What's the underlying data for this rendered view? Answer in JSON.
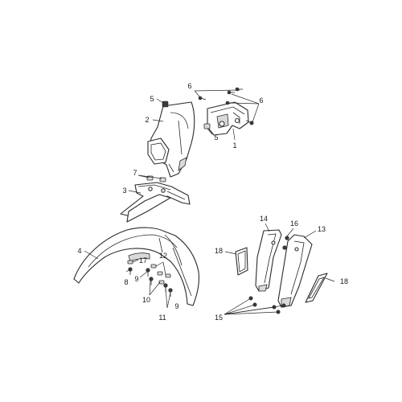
{
  "diagram": {
    "callouts": [
      {
        "id": "c1",
        "text": "1"
      },
      {
        "id": "c2",
        "text": "2"
      },
      {
        "id": "c3",
        "text": "3"
      },
      {
        "id": "c4",
        "text": "4"
      },
      {
        "id": "c5a",
        "text": "5"
      },
      {
        "id": "c5b",
        "text": "5"
      },
      {
        "id": "c6a",
        "text": "6"
      },
      {
        "id": "c6b",
        "text": "6"
      },
      {
        "id": "c7",
        "text": "7"
      },
      {
        "id": "c8",
        "text": "8"
      },
      {
        "id": "c9a",
        "text": "9"
      },
      {
        "id": "c9b",
        "text": "9"
      },
      {
        "id": "c10",
        "text": "10"
      },
      {
        "id": "c11",
        "text": "11"
      },
      {
        "id": "c12",
        "text": "12"
      },
      {
        "id": "c13",
        "text": "13"
      },
      {
        "id": "c14",
        "text": "14"
      },
      {
        "id": "c15",
        "text": "15"
      },
      {
        "id": "c16",
        "text": "16"
      },
      {
        "id": "c17",
        "text": "17"
      },
      {
        "id": "c18a",
        "text": "18"
      },
      {
        "id": "c18b",
        "text": "18"
      }
    ]
  }
}
